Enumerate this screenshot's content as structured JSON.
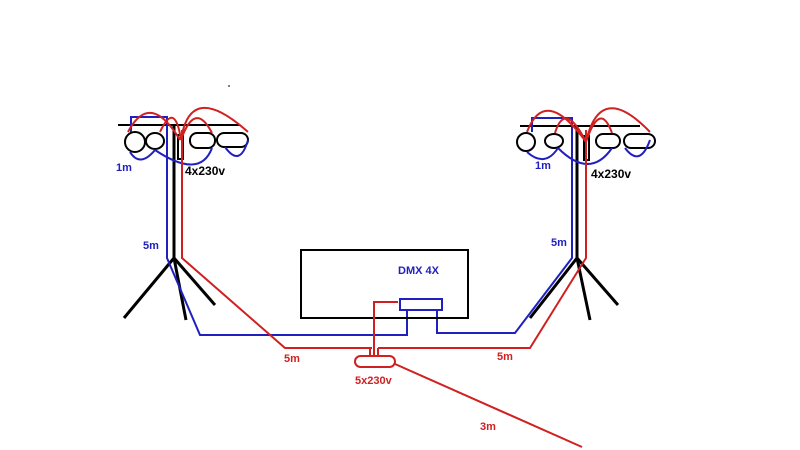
{
  "colors": {
    "power": "#d02020",
    "dmx": "#2020c0",
    "stand": "#000000"
  },
  "controller": {
    "label": "DMX 4X"
  },
  "left_stand": {
    "lamp_cable_label": "1m",
    "power_label": "4x230v",
    "cable_label": "5m"
  },
  "right_stand": {
    "lamp_cable_label": "1m",
    "power_label": "4x230v",
    "cable_label": "5m"
  },
  "cables": {
    "left_power_label": "5m",
    "right_power_label": "5m",
    "mains_label": "3m"
  },
  "power_strip": {
    "label": "5x230v"
  }
}
